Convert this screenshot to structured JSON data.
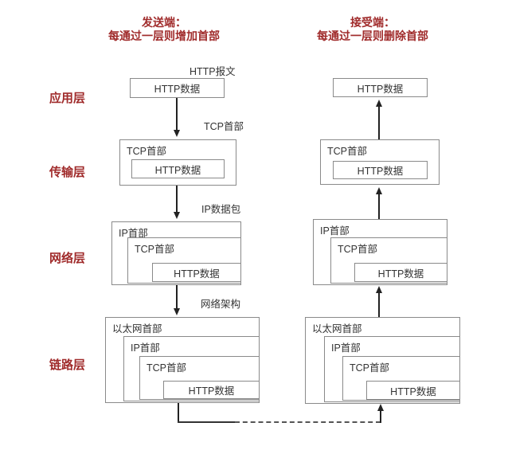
{
  "diagram": {
    "sender": {
      "title_line1": "发送端：",
      "title_line2": "每通过一层则增加首部",
      "annotation_http_message": "HTTP报文",
      "annotation_tcp_header": "TCP首部",
      "annotation_ip_packet": "IP数据包",
      "annotation_network_arch": "网络架构"
    },
    "receiver": {
      "title_line1": "接受端：",
      "title_line2": "每通过一层则删除首部"
    },
    "layer_labels": {
      "application": "应用层",
      "transport": "传输层",
      "network": "网络层",
      "link": "链路层"
    },
    "box_labels": {
      "http_data": "HTTP数据",
      "tcp_header": "TCP首部",
      "ip_header": "IP首部",
      "ethernet_header": "以太网首部"
    },
    "colors": {
      "accent_red": "#a02b2b",
      "box_border": "#8a8a8a",
      "arrow": "#222222"
    }
  }
}
